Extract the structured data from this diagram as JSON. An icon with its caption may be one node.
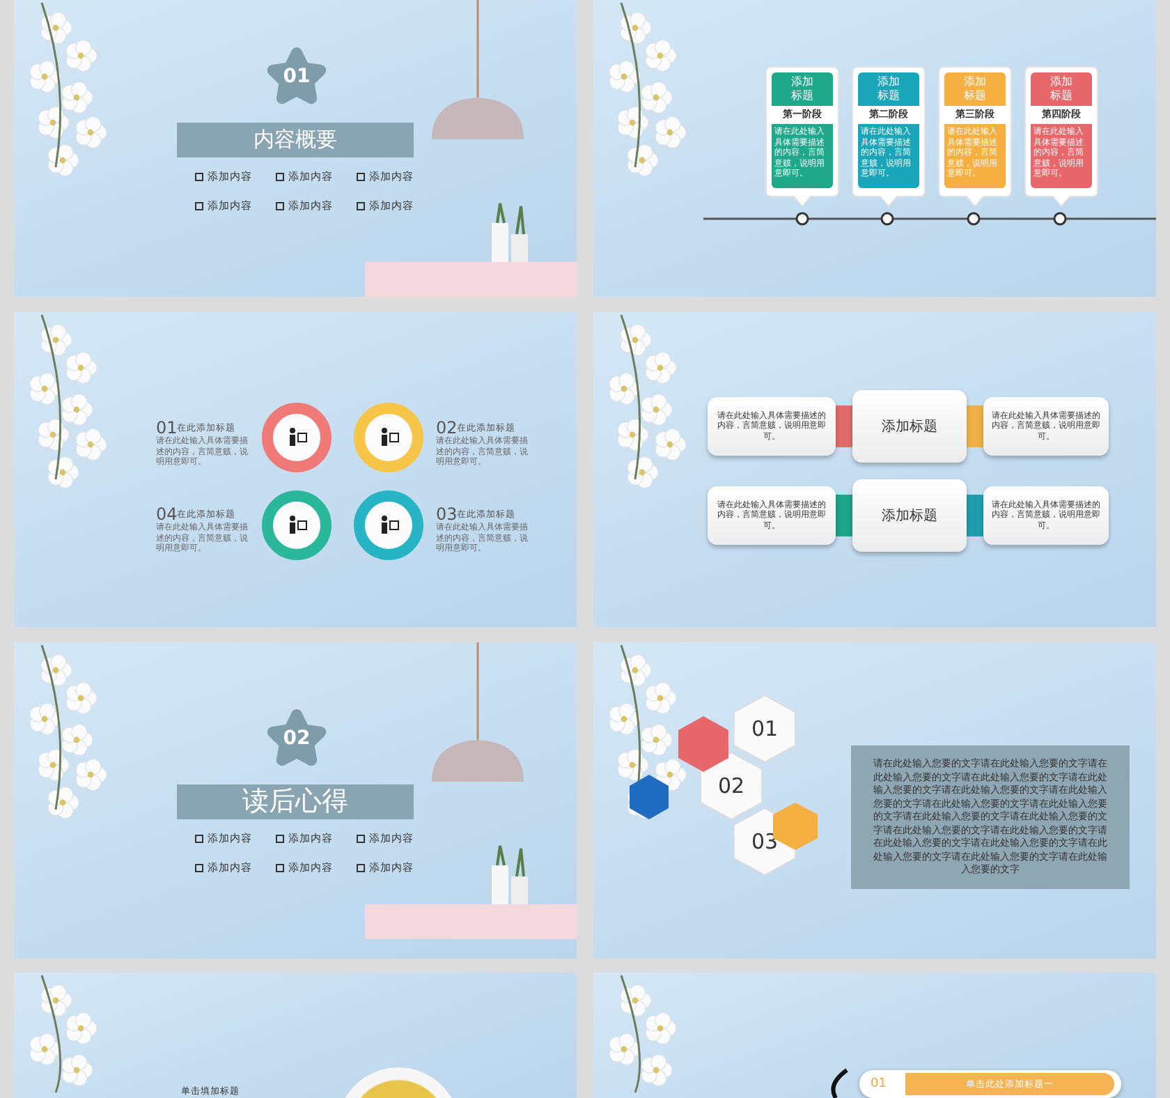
{
  "diagram": {
    "nodes": [
      {
        "text": [
          "01"
        ]
      },
      {
        "text": [
          "内容概要"
        ]
      },
      {
        "text": [
          "添加标题",
          "第一阶段",
          "请在此处输入具体需要描述的内容，言简意赅，说明用意即可。"
        ]
      },
      {
        "text": [
          "添加标题",
          "第二阶段",
          "请在此处输入具体需要描述的内容，言简意赅，说明用意即可。"
        ]
      },
      {
        "text": [
          "添加标题",
          "第三阶段",
          "请在此处输入具体需要描述的内容，言简意赅，说明用意即可。"
        ]
      },
      {
        "text": [
          "添加标题",
          "第四阶段",
          "请在此处输入具体需要描述的内容，言简意赅，说明用意即可。"
        ]
      },
      {
        "text": [
          "02"
        ]
      },
      {
        "text": [
          "读后心得"
        ]
      },
      {
        "text": [
          "请在此处输入具体需要描述的内容，言简意赅，说明用意即可。"
        ]
      },
      {
        "text": [
          "添加标题"
        ]
      },
      {
        "text": [
          "请在此处输入具体需要描述的内容，言简意赅，说明用意即可。"
        ]
      },
      {
        "text": [
          "请在此处输入具体需要描述的内容，言简意赅，说明用意即可。"
        ]
      },
      {
        "text": [
          "添加标题"
        ]
      },
      {
        "text": [
          "请在此处输入具体需要描述的内容，言简意赅，说明用意即可。"
        ]
      },
      {
        "text": [
          "01"
        ]
      },
      {
        "text": [
          "02"
        ]
      },
      {
        "text": [
          "03"
        ]
      },
      {
        "text": [],
        "shape": "hexagon"
      },
      {
        "text": [],
        "shape": "hexagon"
      },
      {
        "text": [],
        "shape": "hexagon"
      },
      {
        "text": [
          "请在此处输入您要的文字请在此处输入您要的文字请在此处输入您要的文字请在此处输入您要的文字请在此处输入您要的文字请在此处输入您要的文字请在此处输入您要的文字请在此处输入您要的文字请在此处输入您要的文字请在此处输入您要的文字请在此处输入您要的文字请在此处输入您要的文字请在此处输入您要的文字请在此处输入您要的文字请在此处输入您要的文字请在此处输入您要的文字请在此处输入您要的文字请在此处输入您要的文字"
        ]
      },
      {
        "text": [],
        "shape": "circle"
      },
      {
        "text": [
          "01",
          "单击此处添加标题一"
        ]
      }
    ],
    "edges": [
      {
        "from": 8,
        "to": 9,
        "arrow": "none",
        "color": "#e06b6b"
      },
      {
        "from": 9,
        "to": 10,
        "arrow": "none",
        "color": "#efb24a"
      },
      {
        "from": 11,
        "to": 12,
        "arrow": "none",
        "color": "#1fa58a"
      },
      {
        "from": 12,
        "to": 13,
        "arrow": "none",
        "color": "#1f9fae"
      }
    ],
    "labels": [
      "添加内容",
      "添加内容",
      "添加内容",
      "添加内容",
      "添加内容",
      "添加内容",
      "01",
      "在此添加标题",
      "请在此处输入具体需要描述的内容，言简意赅，说明用意即可。",
      "02",
      "在此添加标题",
      "请在此处输入具体需要描述的内容，言简意赅，说明用意即可。",
      "04",
      "在此添加标题",
      "请在此处输入具体需要描述的内容，言简意赅，说明用意即可。",
      "03",
      "在此添加标题",
      "请在此处输入具体需要描述的内容，言简意赅，说明用意即可。",
      "添加内容",
      "添加内容",
      "添加内容",
      "添加内容",
      "添加内容",
      "添加内容",
      "单击填加标题"
    ]
  }
}
